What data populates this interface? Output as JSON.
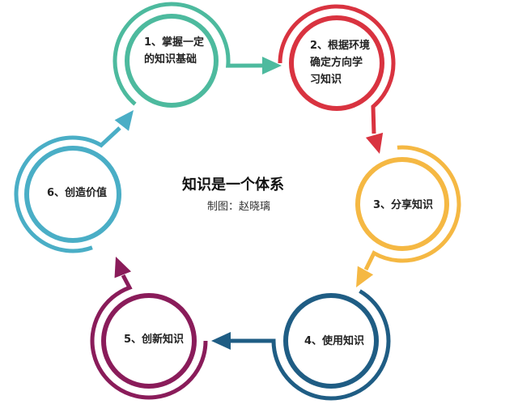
{
  "title": "知识是一个体系",
  "subtitle": "制图：赵晓璃",
  "nodes": [
    {
      "lines": [
        "1、掌握一定",
        "的知识基础"
      ],
      "color": "#4dba9e"
    },
    {
      "lines": [
        "2、根据环境",
        "确定方向学",
        "习知识"
      ],
      "color": "#d93340"
    },
    {
      "lines": [
        "3、分享知识"
      ],
      "color": "#f5b843"
    },
    {
      "lines": [
        "4、使用知识"
      ],
      "color": "#1f5d84"
    },
    {
      "lines": [
        "5、创新知识"
      ],
      "color": "#8a1c5a"
    },
    {
      "lines": [
        "6、创造价值"
      ],
      "color": "#4aaec6"
    }
  ]
}
